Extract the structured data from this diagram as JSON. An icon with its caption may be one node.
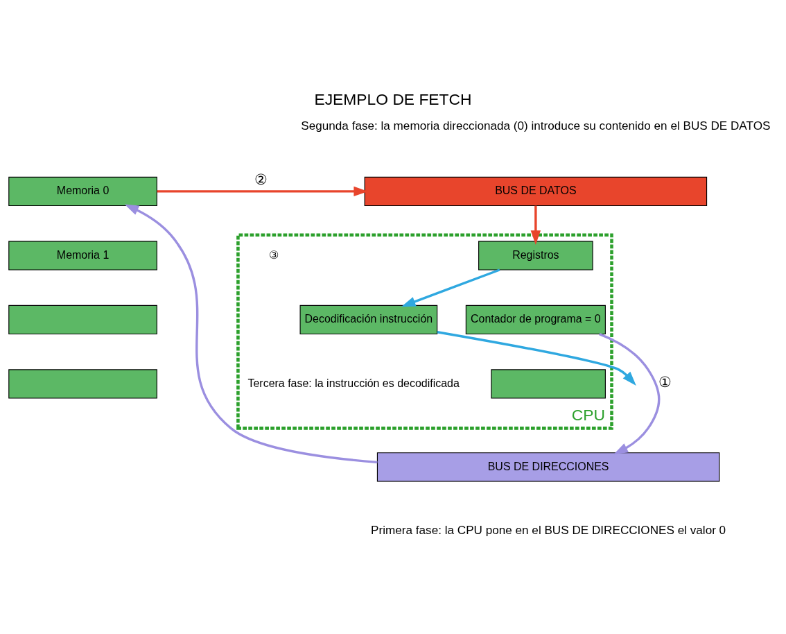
{
  "diagram": {
    "title": "EJEMPLO DE FETCH",
    "nodes": [
      {
        "text": [
          "BUS DE DATOS"
        ]
      },
      {
        "text": [
          "CPU"
        ]
      },
      {
        "text": [
          "Decodificación instrucción"
        ],
        "in": 1
      },
      {
        "text": [
          "Registros"
        ],
        "in": 1
      },
      {
        "text": [
          "Contador de programa = 0"
        ],
        "in": 1
      },
      {
        "text": [],
        "shape": "box",
        "in": 1
      },
      {
        "text": [
          "Memoria 0"
        ]
      },
      {
        "text": [
          "Memoria 1"
        ]
      },
      {
        "text": [],
        "shape": "box"
      },
      {
        "text": [],
        "shape": "box"
      },
      {
        "text": [
          "BUS DE DIRECCIONES"
        ]
      }
    ],
    "edges": [
      {
        "from": 0,
        "to": 3,
        "arrow": "to",
        "color": "#e8452c"
      },
      {
        "from": 6,
        "to": 0,
        "arrow": "to",
        "label": "②",
        "color": "#e8452c"
      },
      {
        "from": 3,
        "to": 2,
        "arrow": "to",
        "color": "#2fa8e0"
      },
      {
        "from": 2,
        "to": null,
        "arrow": "to",
        "color": "#2fa8e0"
      },
      {
        "from": 4,
        "to": 10,
        "arrow": "to",
        "label": "①",
        "color": "#9b8fe0"
      },
      {
        "from": 10,
        "to": 6,
        "arrow": "to",
        "color": "#9b8fe0"
      }
    ],
    "labels": [
      "Segunda fase: la memoria direccionada (0) introduce su contenido en el BUS DE DATOS",
      "③",
      "Tercera fase: la instrucción es decodificada",
      "Primera fase: la CPU pone en el BUS DE DIRECCIONES el valor 0"
    ]
  }
}
